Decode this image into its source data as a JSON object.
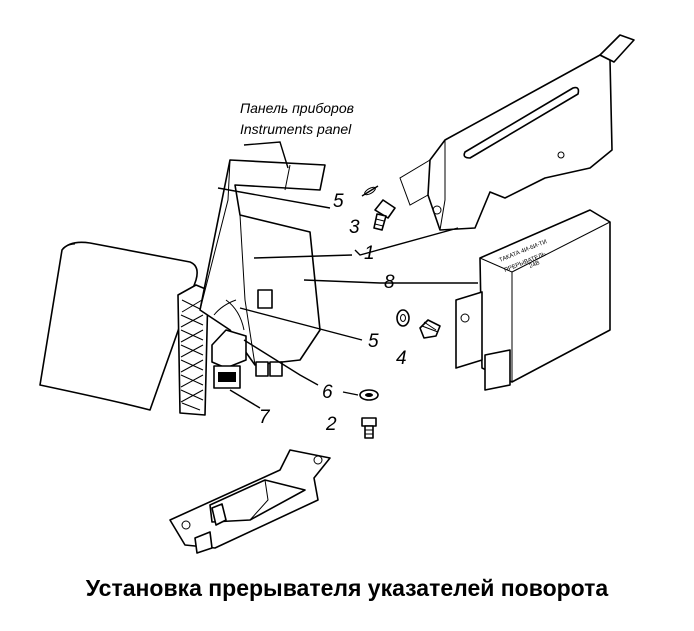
{
  "panel_label_ru": "Панель приборов",
  "panel_label_en": "Instruments panel",
  "callouts": [
    "5",
    "3",
    "1",
    "8",
    "5",
    "4",
    "6",
    "2",
    "7"
  ],
  "module_marking": {
    "line1": "ТАКАТА 4И-6И-ТИ",
    "line2": "ПРЕРЫВАТЕЛЬ",
    "line3": "24В"
  },
  "caption": "Установка прерывателя указателей поворота"
}
